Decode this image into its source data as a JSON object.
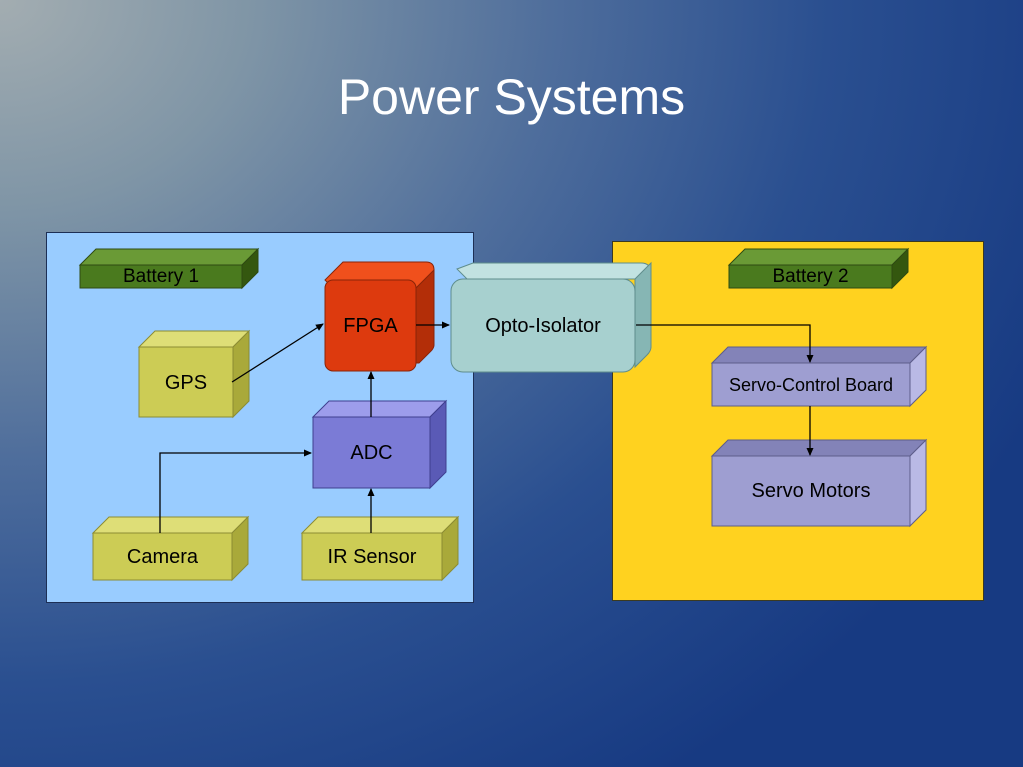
{
  "slide": {
    "title": "Power Systems"
  },
  "blocks": {
    "battery1": "Battery 1",
    "battery2": "Battery 2",
    "gps": "GPS",
    "fpga": "FPGA",
    "adc": "ADC",
    "camera": "Camera",
    "ir_sensor": "IR Sensor",
    "opto_isolator": "Opto-Isolator",
    "servo_control_board": "Servo-Control Board",
    "servo_motors": "Servo Motors"
  },
  "colors": {
    "battery": "#4a7a1e",
    "sensor": "#cccc55",
    "fpga": "#dd3a0e",
    "adc": "#7b7bd6",
    "opto_isolator": "#a7d0cf",
    "servo": "#9e9ed1",
    "left_panel": "#99ccff",
    "right_panel": "#ffd21f"
  }
}
